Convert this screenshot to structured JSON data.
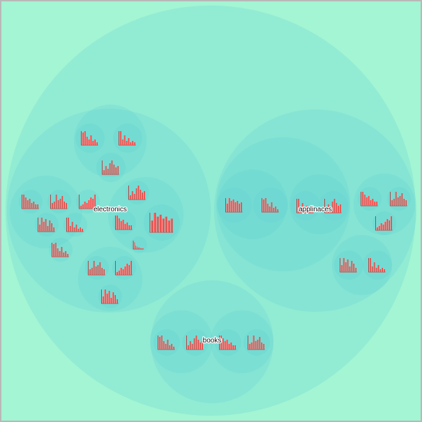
{
  "background_color": "#a3f5d3",
  "circle_color": "#5fcfd2",
  "bar_gradient": {
    "from": "#ff9a9a",
    "to": "#e3231f"
  },
  "groups": [
    {
      "label": "electronics"
    },
    {
      "label": "applinaces"
    },
    {
      "label": "books"
    }
  ]
}
